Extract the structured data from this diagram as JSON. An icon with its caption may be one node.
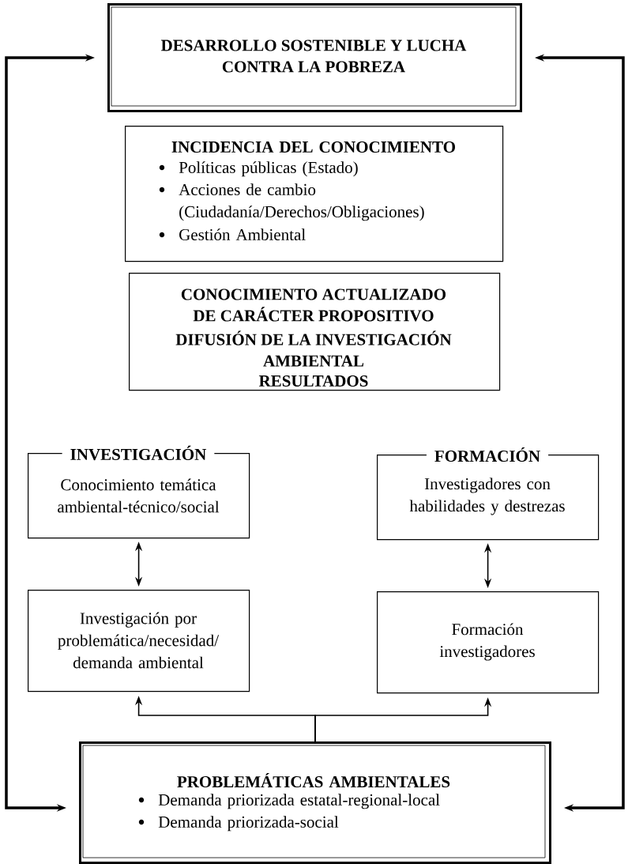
{
  "diagram": {
    "nodes": [
      {
        "text": [
          "DESARROLLO SOSTENIBLE Y LUCHA CONTRA LA POBREZA"
        ]
      },
      {
        "text": [
          "INCIDENCIA DEL CONOCIMIENTO",
          "Políticas públicas (Estado)",
          "Acciones de cambio (Ciudadanía/Derechos/Obligaciones)",
          "Gestión Ambiental"
        ]
      },
      {
        "text": [
          "CONOCIMIENTO ACTUALIZADO DE CARÁCTER PROPOSITIVO",
          "DIFUSIÓN DE LA INVESTIGACIÓN AMBIENTAL",
          "RESULTADOS"
        ]
      },
      {
        "text": [
          "INVESTIGACIÓN",
          "Conocimiento temática ambiental-técnico/social"
        ]
      },
      {
        "text": [
          "Investigación por problemática/necesidad/ demanda ambiental"
        ]
      },
      {
        "text": [
          "FORMACIÓN",
          "Investigadores con habilidades y destrezas"
        ]
      },
      {
        "text": [
          "Formación investigadores"
        ]
      },
      {
        "text": [
          "PROBLEMÁTICAS AMBIENTALES",
          "Demanda priorizada estatal-regional-local",
          "Demanda priorizada-social"
        ]
      }
    ],
    "edges": [
      {
        "from": 0,
        "to": 7,
        "arrow": "both",
        "style": "thick"
      },
      {
        "from": 0,
        "to": 7,
        "arrow": "both",
        "style": "thick"
      },
      {
        "from": 3,
        "to": 4,
        "arrow": "both"
      },
      {
        "from": 5,
        "to": 6,
        "arrow": "both"
      },
      {
        "from": 7,
        "to": 4,
        "arrow": "to"
      },
      {
        "from": 7,
        "to": 6,
        "arrow": "to"
      }
    ]
  }
}
